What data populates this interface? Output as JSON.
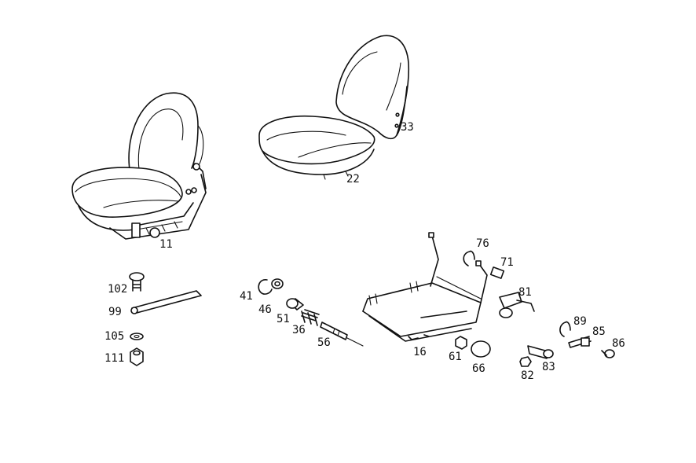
{
  "diagram": {
    "callouts": {
      "c11": "11",
      "c22": "22",
      "c33": "33",
      "c76": "76",
      "c71": "71",
      "c81": "81",
      "c102": "102",
      "c99": "99",
      "c105": "105",
      "c111": "111",
      "c41": "41",
      "c46": "46",
      "c51": "51",
      "c36": "36",
      "c56": "56",
      "c16": "16",
      "c61": "61",
      "c66": "66",
      "c89": "89",
      "c85": "85",
      "c86": "86",
      "c83": "83",
      "c82": "82"
    }
  }
}
